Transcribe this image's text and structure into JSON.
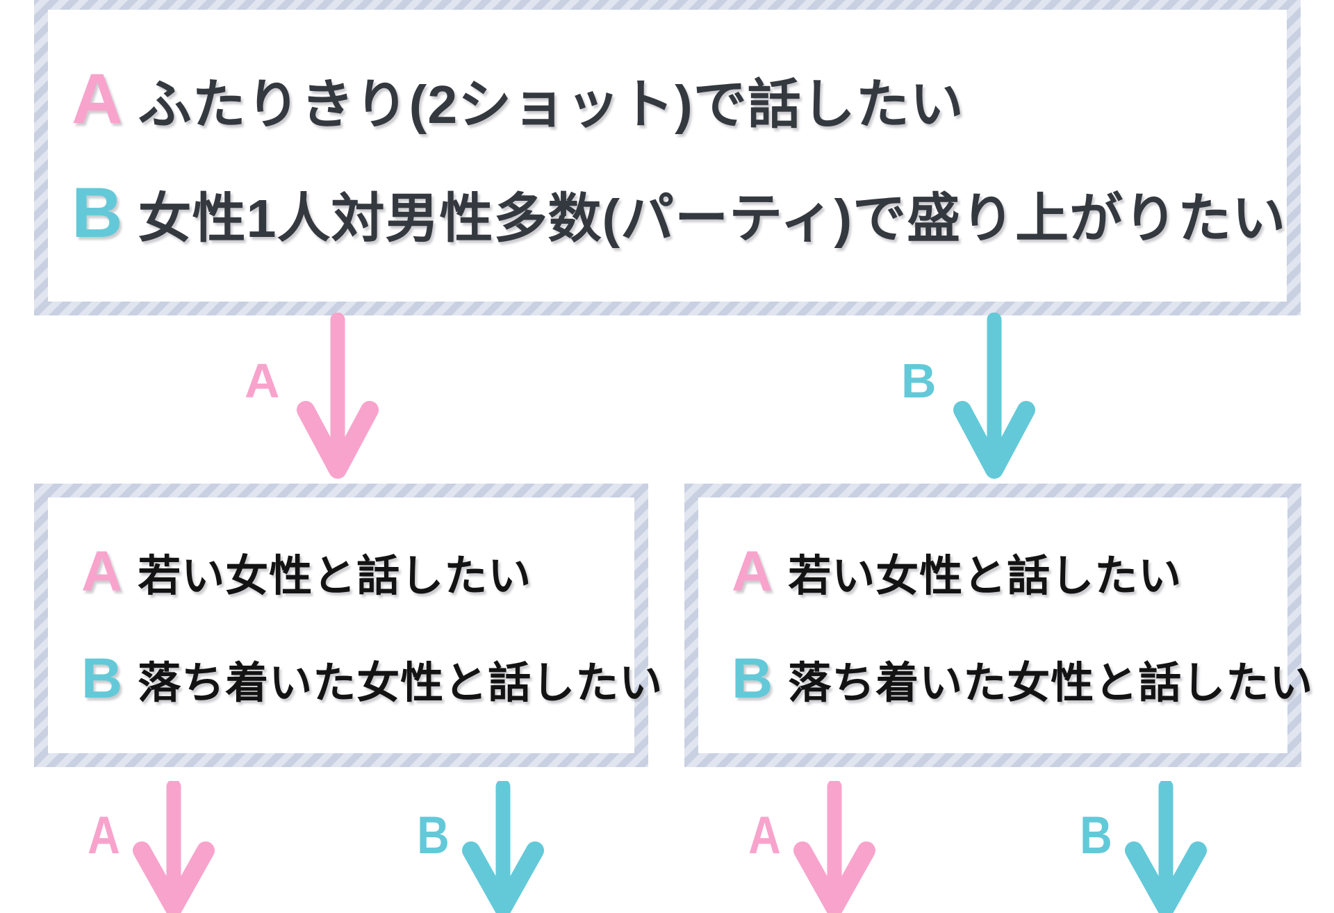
{
  "colors": {
    "pink": "#f8a3cc",
    "teal": "#63c9d8",
    "stripe_dark": "#c8d0e1",
    "stripe_light": "#e0e5f0",
    "root_text": "#34383f",
    "branch_text": "#131313",
    "background": "#ffffff"
  },
  "flow": {
    "root_box": {
      "options": [
        {
          "label": "A",
          "text": "ふたりきり(2ショット)で話したい"
        },
        {
          "label": "B",
          "text": "女性1人対男性多数(パーティ)で盛り上がりたい"
        }
      ]
    },
    "mid_branches": [
      {
        "label": "A"
      },
      {
        "label": "B"
      }
    ],
    "second_boxes": [
      {
        "options": [
          {
            "label": "A",
            "text": "若い女性と話したい"
          },
          {
            "label": "B",
            "text": "落ち着いた女性と話したい"
          }
        ]
      },
      {
        "options": [
          {
            "label": "A",
            "text": "若い女性と話したい"
          },
          {
            "label": "B",
            "text": "落ち着いた女性と話したい"
          }
        ]
      }
    ],
    "bottom_branches": [
      {
        "label": "A"
      },
      {
        "label": "B"
      },
      {
        "label": "A"
      },
      {
        "label": "B"
      }
    ]
  }
}
